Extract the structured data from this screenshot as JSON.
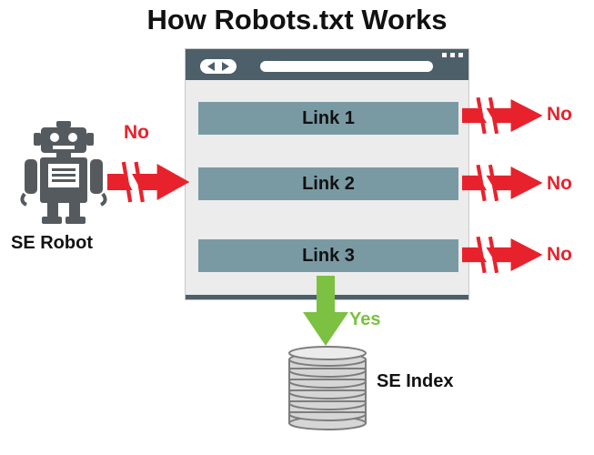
{
  "title": "How Robots.txt Works",
  "robot": {
    "label": "SE Robot",
    "icon": "robot-icon"
  },
  "browser": {
    "icon": "browser-window-icon"
  },
  "links": [
    {
      "label": "Link 1",
      "result": "No"
    },
    {
      "label": "Link 2",
      "result": "No"
    },
    {
      "label": "Link 3",
      "result": "No"
    }
  ],
  "robot_access": "No",
  "index_access": "Yes",
  "index": {
    "label": "SE Index",
    "icon": "database-icon"
  },
  "colors": {
    "blocked": "#e8222c",
    "allowed": "#7cc142",
    "link_bar": "#7a9aa3",
    "browser_frame": "#4d5f69",
    "robot": "#555a5e"
  }
}
